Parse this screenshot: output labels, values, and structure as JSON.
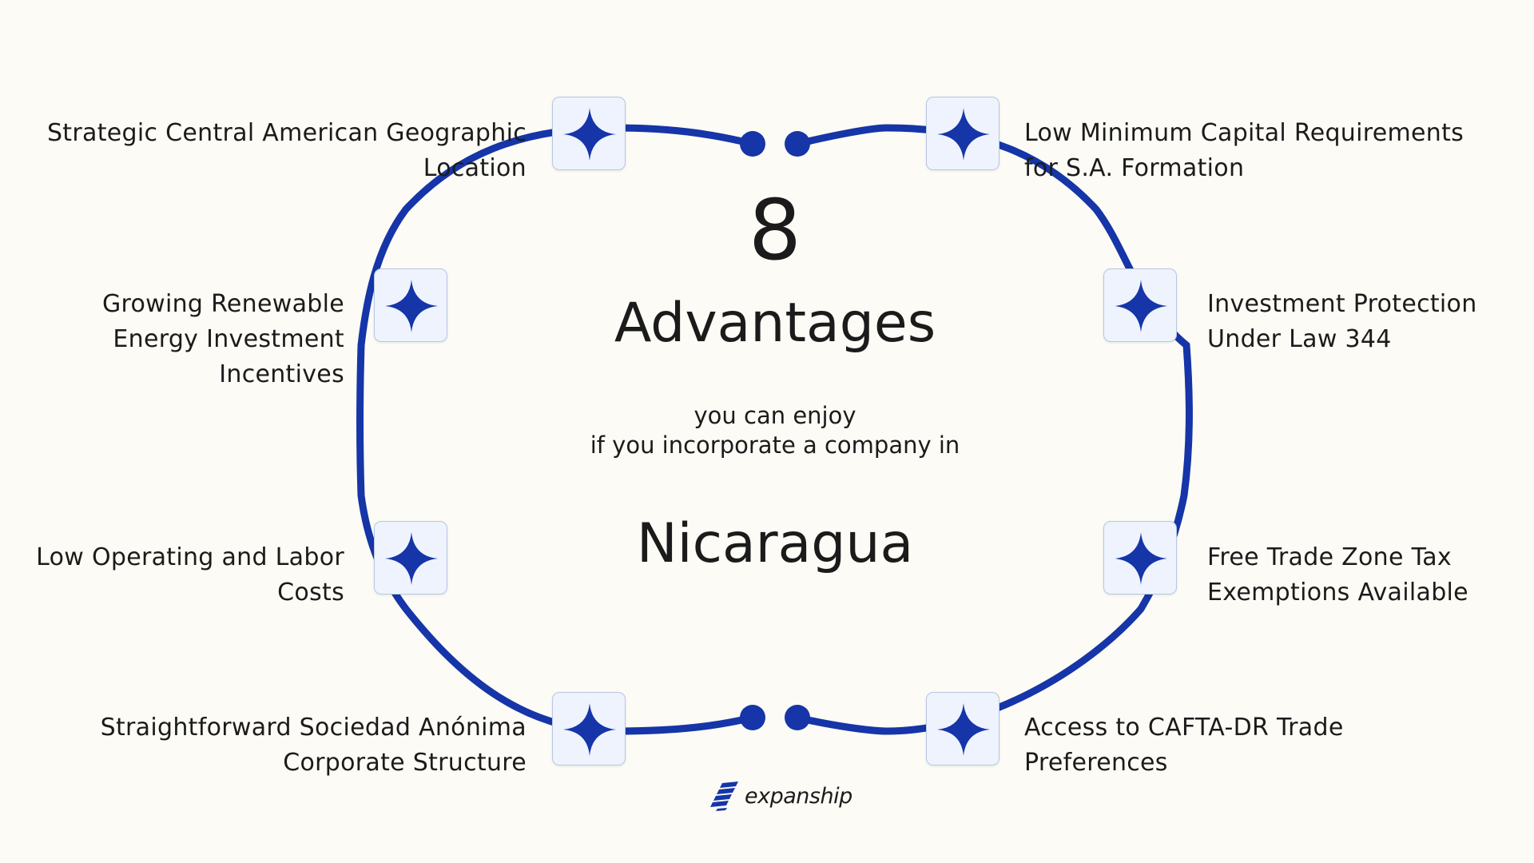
{
  "heading": {
    "number": "8",
    "title": "Advantages",
    "subtitle_lines": [
      "you can enjoy",
      "if you incorporate a company in"
    ],
    "country": "Nicaragua"
  },
  "advantages": [
    {
      "lines": [
        "Strategic Central American Geographic",
        "Location"
      ]
    },
    {
      "lines": [
        "Low Minimum Capital Requirements",
        "for S.A. Formation"
      ]
    },
    {
      "lines": [
        "Growing Renewable",
        "Energy Investment",
        "Incentives"
      ]
    },
    {
      "lines": [
        "Investment Protection",
        "Under Law 344"
      ]
    },
    {
      "lines": [
        "Low Operating and Labor",
        "Costs"
      ]
    },
    {
      "lines": [
        "Free Trade Zone Tax",
        "Exemptions Available"
      ]
    },
    {
      "lines": [
        "Straightforward Sociedad Anónima",
        "Corporate Structure"
      ]
    },
    {
      "lines": [
        "Access to CAFTA-DR Trade",
        "Preferences"
      ]
    }
  ],
  "icons": {
    "node_icon": "four-point-star-icon",
    "brand_icon": "expanship-logo-icon"
  },
  "brand": {
    "name": "expanship"
  },
  "colors": {
    "background": "#fdfbf5",
    "accent": "#1535a8",
    "node_fill": "#eef3fd",
    "node_border": "#b8c7e2",
    "text": "#1b1b1b"
  }
}
